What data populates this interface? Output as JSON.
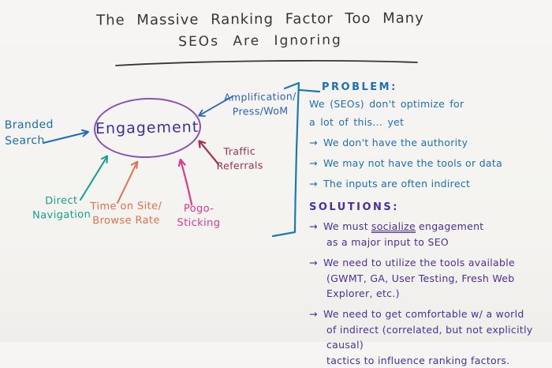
{
  "title": {
    "line1": "The Massive Ranking Factor Too Many",
    "line2": "SEOs Are Ignoring"
  },
  "diagram": {
    "center_label": "Engagement",
    "factors": {
      "branded_search": "Branded\nSearch",
      "direct_navigation": "Direct\nNavigation",
      "time_on_site": "Time on Site/\nBrowse Rate",
      "pogo_sticking": "Pogo-\nSticking",
      "traffic_referrals": "Traffic\nReferrals",
      "amplification": "Amplification/\nPress/WoM"
    }
  },
  "problem": {
    "heading": "PROBLEM:",
    "intro_line1": "We (SEOs) don't optimize for",
    "intro_line2": "a lot of this... yet",
    "bullets": [
      "We don't have the authority",
      "We may not have the tools or data",
      "The inputs are often indirect"
    ]
  },
  "solutions": {
    "heading": "SOLUTIONS:",
    "bullet1": {
      "pre": "We must",
      "emphasis": "socialize",
      "post": "engagement",
      "line2": "as a major input to SEO"
    },
    "bullet2": {
      "line1": "We need to utilize the tools available",
      "line2": "(GWMT, GA, User Testing, Fresh Web Explorer, etc.)"
    },
    "bullet3": {
      "line1": "We need to get comfortable w/ a world",
      "line2": "of indirect (correlated, but not explicitly causal)",
      "line3": "tactics to influence ranking factors."
    }
  },
  "glyphs": {
    "arrow": "→"
  },
  "colors": {
    "title": "#3a3533",
    "engagement_text": "#3f3099",
    "ellipse": "#8852b0",
    "bracket": "#1a79b2",
    "problem": "#1d6fb8",
    "solutions": "#4b2f9e",
    "branded_search": "#1b6cb4",
    "direct_navigation": "#12a18b",
    "time_on_site": "#e3714a",
    "pogo_sticking": "#e3368e",
    "traffic_referrals": "#a52c55",
    "amplification": "#2b63bd"
  }
}
